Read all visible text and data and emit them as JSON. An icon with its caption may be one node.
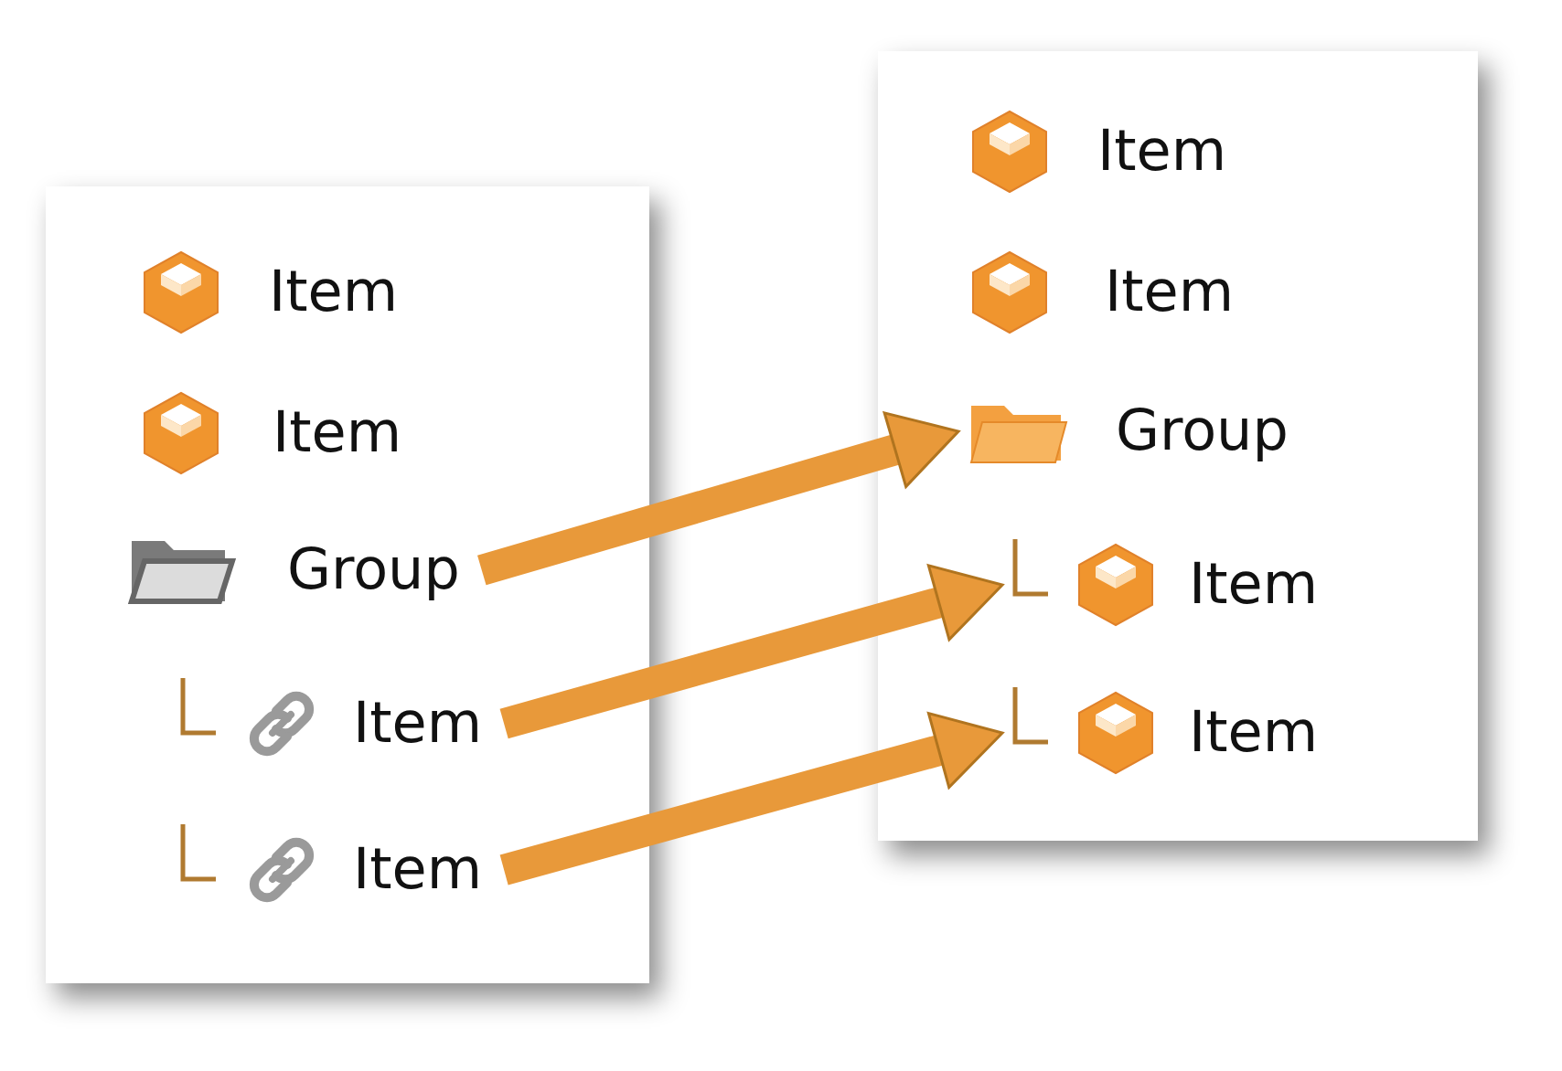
{
  "diagram": {
    "nodes": [
      {
        "text": [],
        "shape": "box"
      },
      {
        "text": [
          "Item"
        ],
        "in": 0
      },
      {
        "text": [
          "Item"
        ],
        "in": 0
      },
      {
        "text": [
          "Group"
        ],
        "in": 0
      },
      {
        "text": [
          "Item"
        ],
        "in": 0
      },
      {
        "text": [
          "Item"
        ],
        "in": 0
      },
      {
        "text": [],
        "shape": "box"
      },
      {
        "text": [
          "Item"
        ],
        "in": 6
      },
      {
        "text": [
          "Item"
        ],
        "in": 6
      },
      {
        "text": [
          "Group"
        ],
        "in": 6
      },
      {
        "text": [
          "Item"
        ],
        "in": 6
      },
      {
        "text": [
          "Item"
        ],
        "in": 6
      }
    ],
    "edges": [
      {
        "from": 3,
        "to": 9,
        "arrow": "to"
      },
      {
        "from": 4,
        "to": 10,
        "arrow": "to"
      },
      {
        "from": 5,
        "to": 11,
        "arrow": "to"
      }
    ]
  }
}
